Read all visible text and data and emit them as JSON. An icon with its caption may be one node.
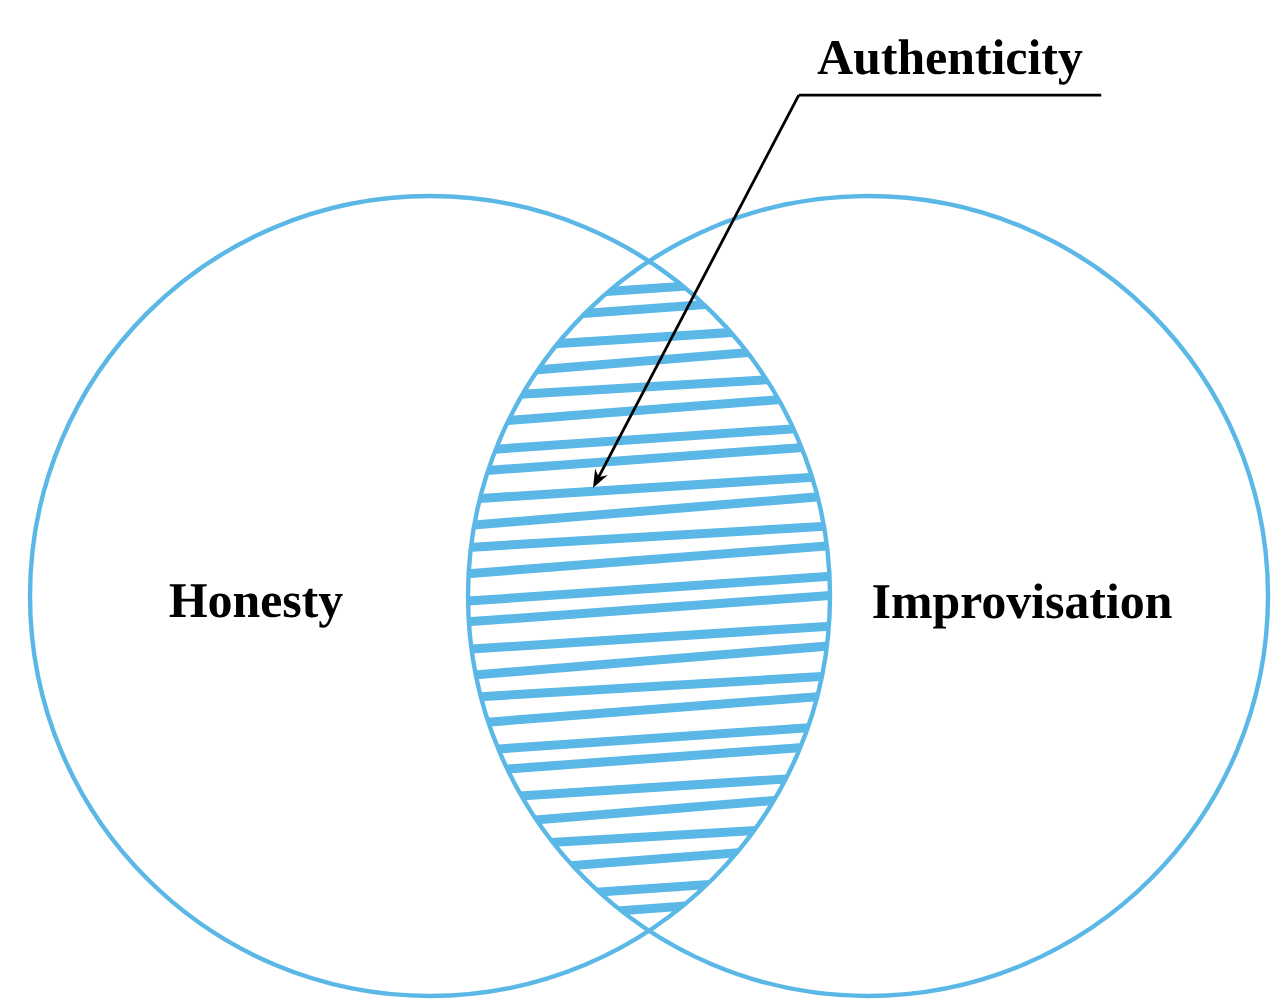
{
  "diagram": {
    "nodes": [
      {
        "text": [
          "Honesty"
        ]
      },
      {
        "text": [
          "Improvisation"
        ]
      },
      {
        "text": [
          "Authenticity"
        ]
      },
      {
        "text": [],
        "shape": "lens"
      }
    ],
    "edges": [
      {
        "from": 2,
        "to": 3,
        "arrow": "to"
      }
    ]
  }
}
